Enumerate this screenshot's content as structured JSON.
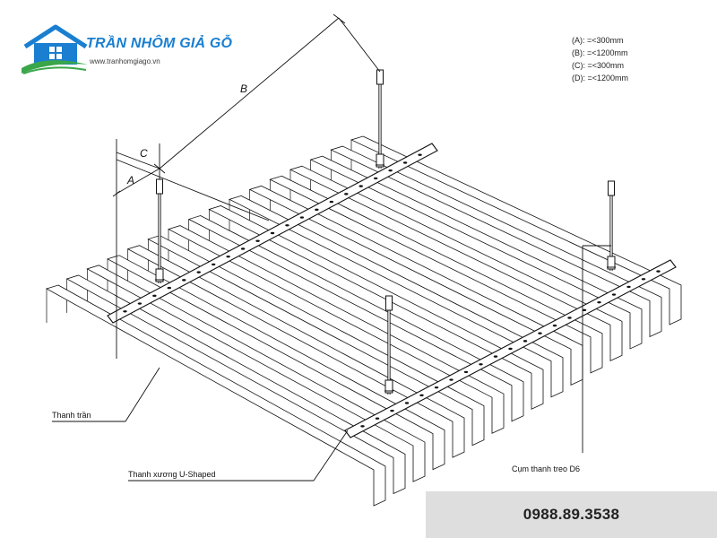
{
  "brand": {
    "name": "TRẦN NHÔM GIẢ GỖ",
    "url": "www.tranhomgiago.vn"
  },
  "legend": [
    "(A): =<300mm",
    "(B): =<1200mm",
    "(C): =<300mm",
    "(D): =<1200mm"
  ],
  "dimensions": {
    "a": "A",
    "b": "B",
    "c": "C"
  },
  "labels": {
    "thanh_tran": "Thanh trần",
    "thanh_xuong": "Thanh xương U-Shaped",
    "cum_thanh_treo": "Cụm thanh treo D6"
  },
  "contact": {
    "phone": "0988.89.3538"
  },
  "colors": {
    "brand": "#1a7fd0",
    "line": "#111111",
    "phone_bg": "#dedede",
    "logo_green": "#3aa64a"
  }
}
